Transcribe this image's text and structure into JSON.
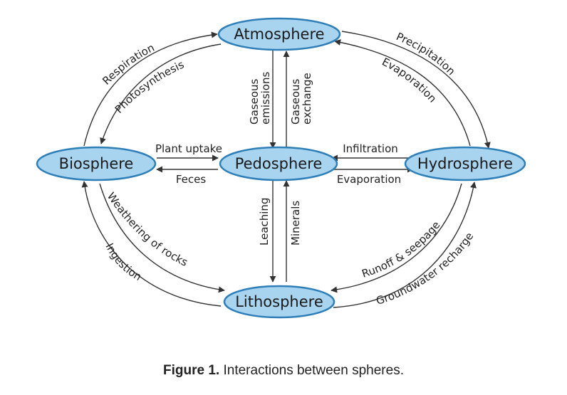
{
  "nodes": {
    "atmosphere": "Atmosphere",
    "biosphere": "Biosphere",
    "pedosphere": "Pedosphere",
    "hydrosphere": "Hydrosphere",
    "lithosphere": "Lithosphere"
  },
  "edges": {
    "respiration": "Respiration",
    "photosynthesis": "Photosynthesis",
    "precipitation": "Precipitation",
    "evaporation_top": "Evaporation",
    "gaseous_emissions_1": "Gaseous",
    "gaseous_emissions_2": "emissions",
    "gaseous_exchange_1": "Gaseous",
    "gaseous_exchange_2": "exchange",
    "plant_uptake": "Plant uptake",
    "feces": "Feces",
    "infiltration": "Infiltration",
    "evaporation_mid": "Evaporation",
    "weathering": "Weathering of rocks",
    "ingestion": "Ingestion",
    "leaching": "Leaching",
    "minerals": "Minerals",
    "runoff": "Runoff & seepage",
    "groundwater": "Groundwater recharge"
  },
  "caption": {
    "label": "Figure 1.",
    "text": "Interactions between spheres."
  }
}
